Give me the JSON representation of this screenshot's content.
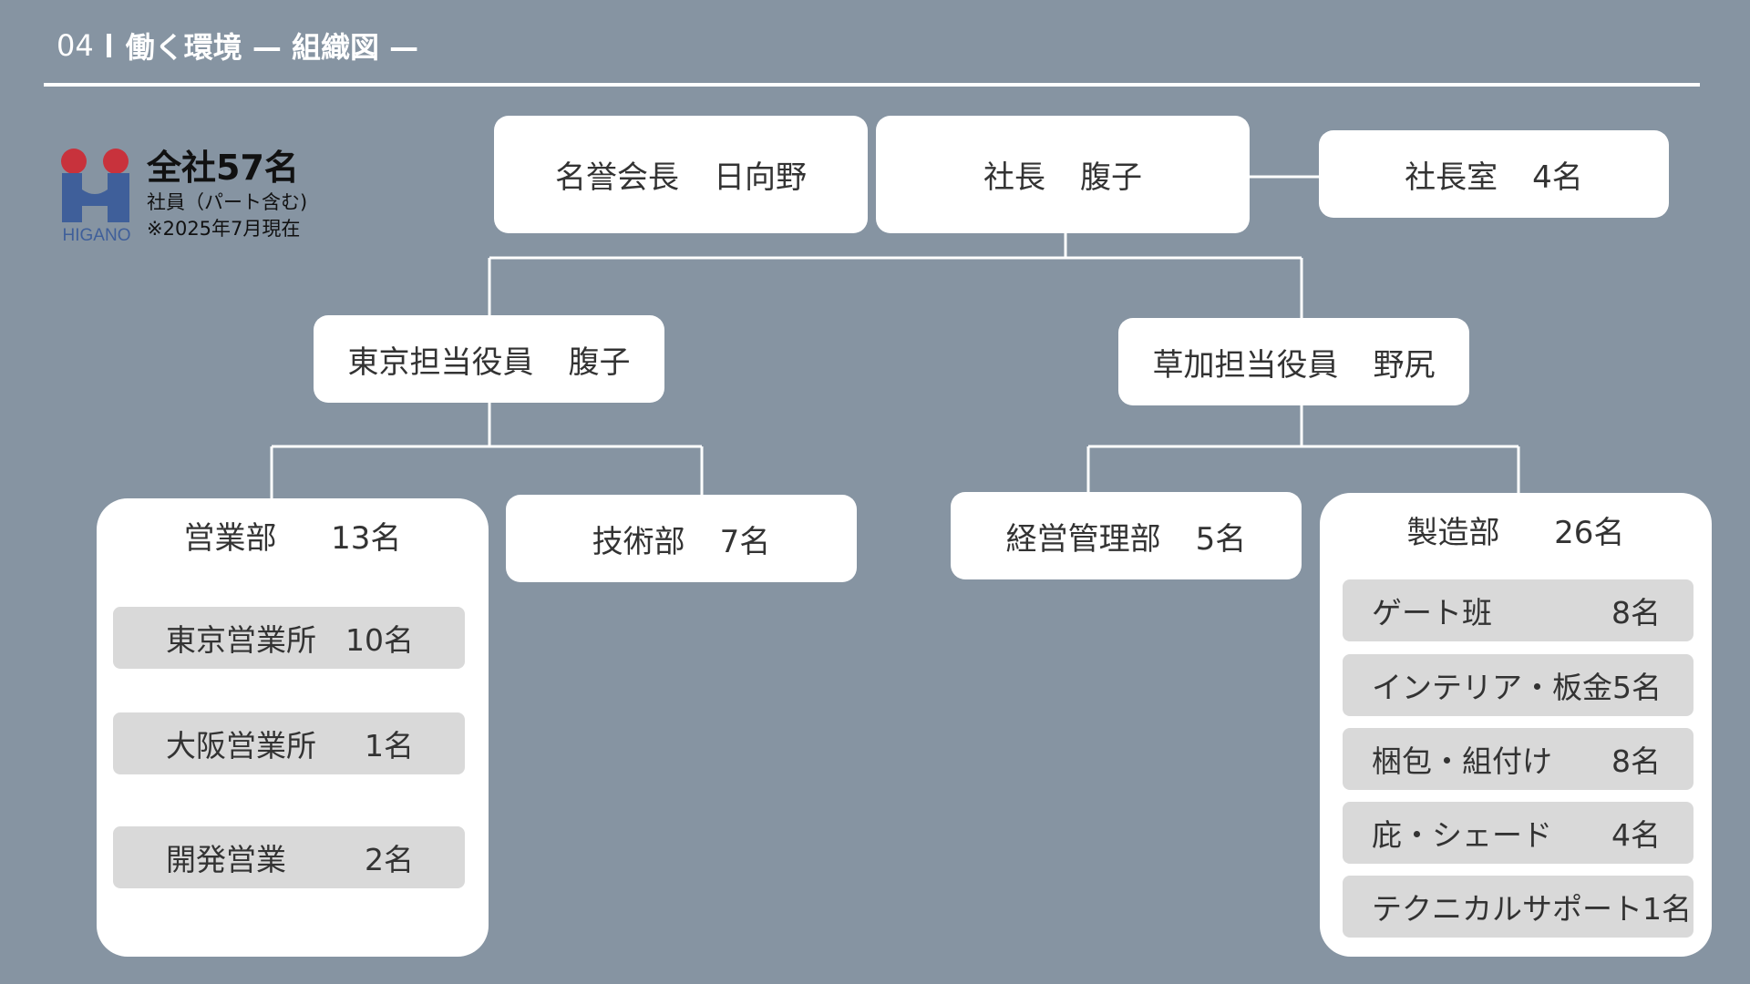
{
  "header": {
    "page_number": "04",
    "title": "働く環境 — 組織図 —"
  },
  "summary": {
    "total": "全社57名",
    "note_employees": "社員（パート含む)",
    "note_date": "※2025年7月現在"
  },
  "logo": {
    "icon": "higano-logo-icon",
    "text": "HIGANO",
    "colors": {
      "circle": "#c8323c",
      "letter": "#3f5f9a"
    }
  },
  "org": {
    "chairman": {
      "role": "名誉会長",
      "name": "日向野"
    },
    "president": {
      "role": "社長",
      "name": "腹子"
    },
    "presidents_office": {
      "role": "社長室",
      "count": "4名"
    },
    "tokyo_officer": {
      "role": "東京担当役員",
      "name": "腹子"
    },
    "soka_officer": {
      "role": "草加担当役員",
      "name": "野尻"
    },
    "sales": {
      "role": "営業部",
      "count": "13名",
      "subunits": [
        {
          "label": "東京営業所",
          "count": "10名"
        },
        {
          "label": "大阪営業所",
          "count": "1名"
        },
        {
          "label": "開発営業",
          "count": "2名"
        }
      ]
    },
    "engineering": {
      "role": "技術部",
      "count": "7名"
    },
    "management": {
      "role": "経営管理部",
      "count": "5名"
    },
    "manufacturing": {
      "role": "製造部",
      "count": "26名",
      "subunits": [
        {
          "label": "ゲート班",
          "count": "8名"
        },
        {
          "label": "インテリア・板金",
          "count": "5名"
        },
        {
          "label": "梱包・組付け",
          "count": "8名"
        },
        {
          "label": "庇・シェード",
          "count": "4名"
        },
        {
          "label": "テクニカルサポート",
          "count": "1名"
        }
      ]
    }
  },
  "colors": {
    "background": "#8694a2",
    "box": "#ffffff",
    "subunit": "#d9d9d9",
    "line": "#ffffff"
  }
}
